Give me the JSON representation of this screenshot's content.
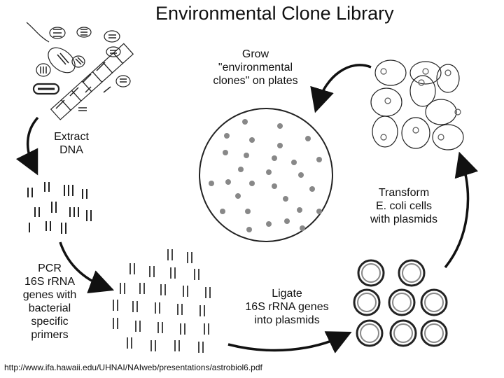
{
  "title": "Environmental Clone Library",
  "steps": {
    "extract": "Extract\nDNA",
    "pcr": "PCR\n16S rRNA\ngenes with\nbacterial\nspecific\nprimers",
    "ligate": "Ligate\n16S rRNA genes\ninto plasmids",
    "transform": "Transform\nE. coli cells\nwith plasmids",
    "grow": "Grow\n\"environmental\nclones\" on plates"
  },
  "source_url": "http://www.ifa.hawaii.edu/UHNAI/NAIweb/presentations/astrobiol6.pdf"
}
